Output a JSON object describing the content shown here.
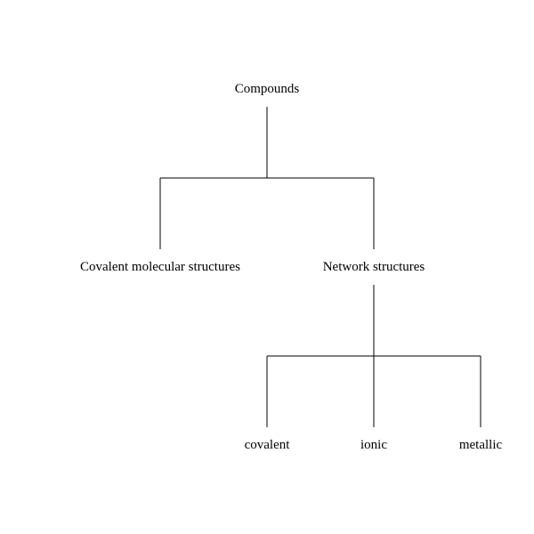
{
  "diagram": {
    "nodes": [
      {
        "id": "compounds",
        "label": "Compounds"
      },
      {
        "id": "covalent-molecular",
        "label": "Covalent molecular structures"
      },
      {
        "id": "network",
        "label": "Network structures"
      },
      {
        "id": "covalent",
        "label": "covalent"
      },
      {
        "id": "ionic",
        "label": "ionic"
      },
      {
        "id": "metallic",
        "label": "metallic"
      }
    ],
    "edges": [
      [
        "compounds",
        "covalent-molecular"
      ],
      [
        "compounds",
        "network"
      ],
      [
        "network",
        "covalent"
      ],
      [
        "network",
        "ionic"
      ],
      [
        "network",
        "metallic"
      ]
    ]
  }
}
